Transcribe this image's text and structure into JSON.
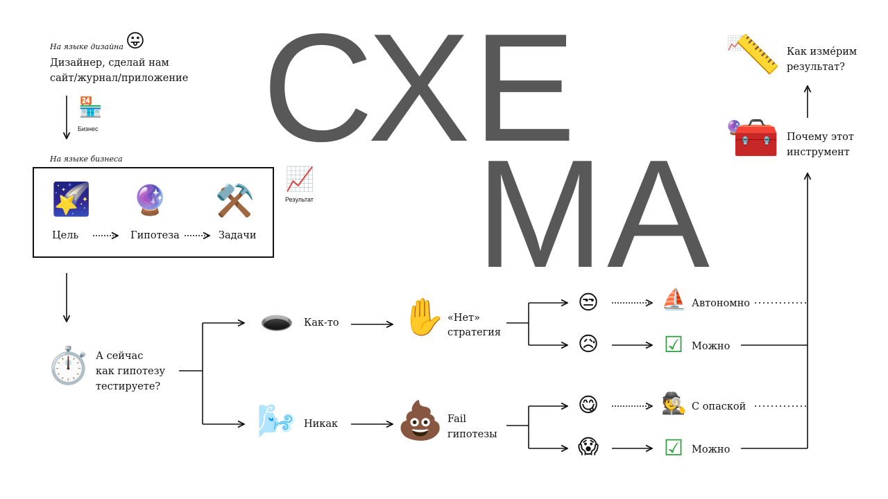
{
  "title": {
    "line1": "СХЕ",
    "line2": "МА"
  },
  "design_language": {
    "label": "На языке дизайна",
    "text_line1": "Дизайнер, сделай нам",
    "text_line2": "сайт/журнал/приложение"
  },
  "business_icon_label": "Бизнес",
  "business_language": {
    "label": "На языке бизнеса",
    "steps": [
      "Цель",
      "Гипотеза",
      "Задачи"
    ]
  },
  "result_icon_label": "Результат",
  "question": {
    "line1": "А сейчас",
    "line2": "как гипотезу",
    "line3": "тестируете?"
  },
  "branches": {
    "somehow": "Как-то",
    "no_way": "Никак",
    "no_strategy_line1": "«Нет»",
    "no_strategy_line2": "стратегия",
    "fail_line1": "Fail",
    "fail_line2": "гипотезы"
  },
  "outcomes": {
    "autonomous": "Автономно",
    "possible_1": "Можно",
    "with_caution": "С опаской",
    "possible_2": "Можно"
  },
  "right_column": {
    "why_line1": "Почему этот",
    "why_line2": "инструмент",
    "measure_line1": "Как измéрим",
    "measure_line2": "результат?"
  },
  "icons": {
    "tongue": "face-with-tongue-icon",
    "building": "convenience-store-icon",
    "star": "shooting-star-icon",
    "crystal": "crystal-ball-icon",
    "tools": "hammer-and-pick-icon",
    "chart": "chart-increasing-icon",
    "stopwatch": "stopwatch-icon",
    "hole": "hole-icon",
    "wind": "wind-icon",
    "hand": "raised-hand-icon",
    "poop": "pile-of-poo-icon",
    "unamused": "unamused-face-icon",
    "sad": "sad-relieved-face-icon",
    "yum": "savoring-food-face-icon",
    "scream": "face-screaming-icon",
    "sailboat": "sailboat-icon",
    "check": "check-box-icon",
    "detective": "detective-icon",
    "toolbox": "toolbox-icon",
    "ruler": "straight-ruler-icon"
  }
}
